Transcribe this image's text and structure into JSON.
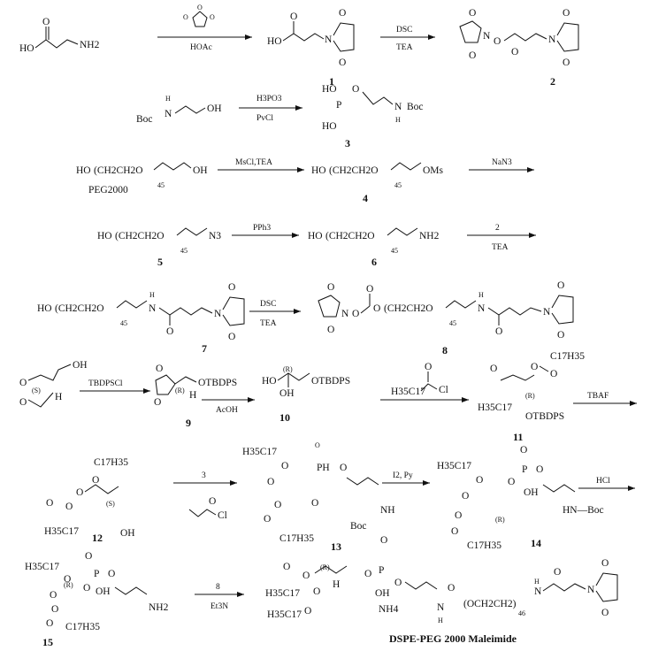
{
  "compounds": {
    "c1": "1",
    "c2": "2",
    "c3": "3",
    "c4": "4",
    "c5": "5",
    "c6": "6",
    "c7": "7",
    "c8": "8",
    "c9": "9",
    "c10": "10",
    "c11": "11",
    "c12": "12",
    "c13": "13",
    "c14": "14",
    "c15": "15",
    "final": "DSPE-PEG 2000 Maleimide"
  },
  "reagents": {
    "r1": "HOAc",
    "r2a": "DSC",
    "r2b": "TEA",
    "r3a": "H3PO3",
    "r3b": "PvCl",
    "r4": "MsCl,TEA",
    "r5": "NaN3",
    "r6": "PPh3",
    "r7a": "2",
    "r7b": "TEA",
    "r8a": "DSC",
    "r8b": "TEA",
    "r9": "TBDPSCl",
    "r10": "AcOH",
    "r11": "TBAF",
    "r12": "3",
    "r13": "I2, Py",
    "r14": "HCl",
    "r15a": "8",
    "r15b": "Et3N"
  },
  "labels": {
    "peg": "PEG2000",
    "ho": "HO",
    "oh": "OH",
    "o": "O",
    "n": "N",
    "nh2": "NH2",
    "nh": "NH",
    "h": "H",
    "boc": "Boc",
    "hnboc": "HN—Boc",
    "ms": "OMs",
    "n3": "N3",
    "otbdps": "OTBDPS",
    "c17": "C17H35",
    "h35c17": "H35C17",
    "cl": "Cl",
    "ph": "PH",
    "p": "P",
    "nh4": "NH4",
    "s": "(S)",
    "r": "(R)",
    "pegunit": "(CH2CH2O",
    "pegunit2": "(OCH2CH2)",
    "n45": "45",
    "n46": "46"
  }
}
